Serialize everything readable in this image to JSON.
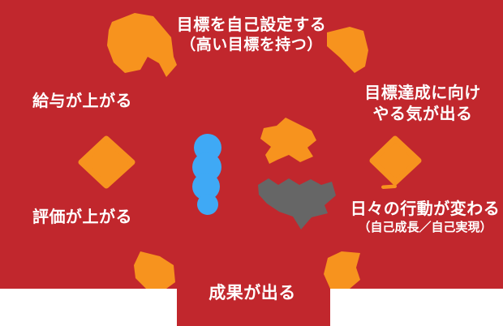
{
  "colors": {
    "background": "#C1272D",
    "page": "#FFFFFF",
    "orange": "#F7931E",
    "blue": "#3FA9F5",
    "gray": "#666666",
    "text": "#FFFFFF"
  },
  "labels": {
    "goal_setting": {
      "line1": "目標を自己設定する",
      "line2": "（高い目標を持つ）"
    },
    "motivation": {
      "line1": "目標達成に向け",
      "line2": "やる気が出る"
    },
    "behavior": {
      "line1": "日々の行動が変わる",
      "line2": "（自己成長／自己実現）"
    },
    "results": {
      "line1": "成果が出る"
    },
    "evaluation": {
      "line1": "評価が上がる"
    },
    "salary": {
      "line1": "給与が上がる"
    }
  },
  "diagram": {
    "type": "cycle",
    "direction": "clockwise",
    "steps": [
      "目標を自己設定する（高い目標を持つ）",
      "目標達成に向けやる気が出る",
      "日々の行動が変わる（自己成長／自己実現）",
      "成果が出る",
      "評価が上がる",
      "給与が上がる"
    ]
  },
  "icons": {
    "arrow_top_left": "orange-brush-arrow-icon",
    "arrow_top_right": "orange-brush-arrow-icon",
    "arrow_right": "orange-diamond-arrow-icon",
    "arrow_bottom_right": "orange-brush-arrow-icon",
    "arrow_bottom_left": "orange-brush-arrow-icon",
    "arrow_left": "orange-diamond-arrow-icon",
    "center": "motivated-person-illustration"
  }
}
